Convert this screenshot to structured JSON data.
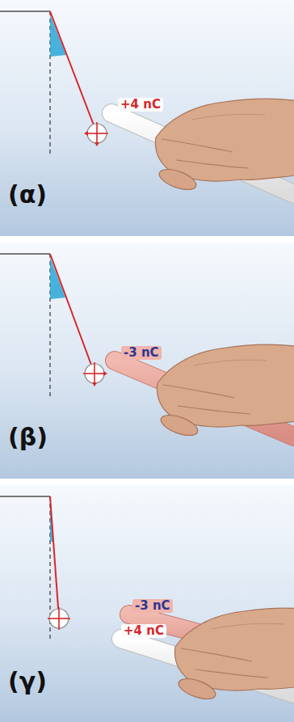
{
  "diagram": {
    "labels": [
      "+4 nC",
      "(α)",
      "-3 nC",
      "(β)",
      "-3 nC",
      "+4 nC",
      "(γ)"
    ]
  }
}
